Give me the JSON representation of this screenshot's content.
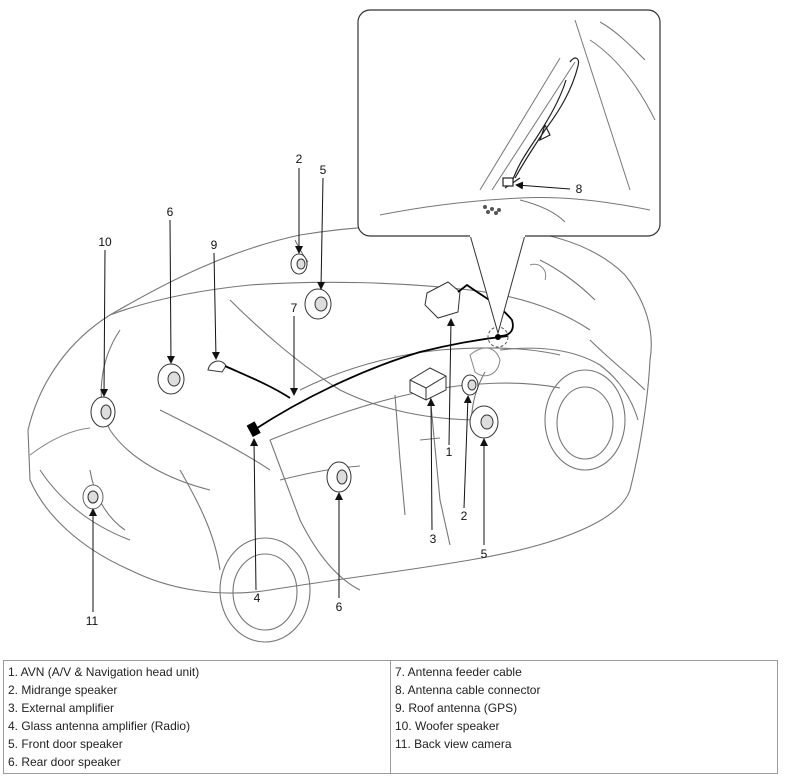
{
  "callouts": {
    "c1": "1",
    "c2a": "2",
    "c2b": "2",
    "c3": "3",
    "c4": "4",
    "c5a": "5",
    "c5b": "5",
    "c6a": "6",
    "c6b": "6",
    "c7": "7",
    "c8": "8",
    "c9": "9",
    "c10": "10",
    "c11": "11"
  },
  "legend": {
    "left": [
      "1. AVN (A/V & Navigation head unit)",
      "2. Midrange speaker",
      "3. External amplifier",
      "4. Glass antenna amplifier (Radio)",
      "5. Front door speaker",
      "6. Rear door speaker"
    ],
    "right": [
      "7. Antenna feeder cable",
      "8. Antenna cable connector",
      "9. Roof antenna (GPS)",
      "10. Woofer speaker",
      "11. Back view camera"
    ]
  }
}
